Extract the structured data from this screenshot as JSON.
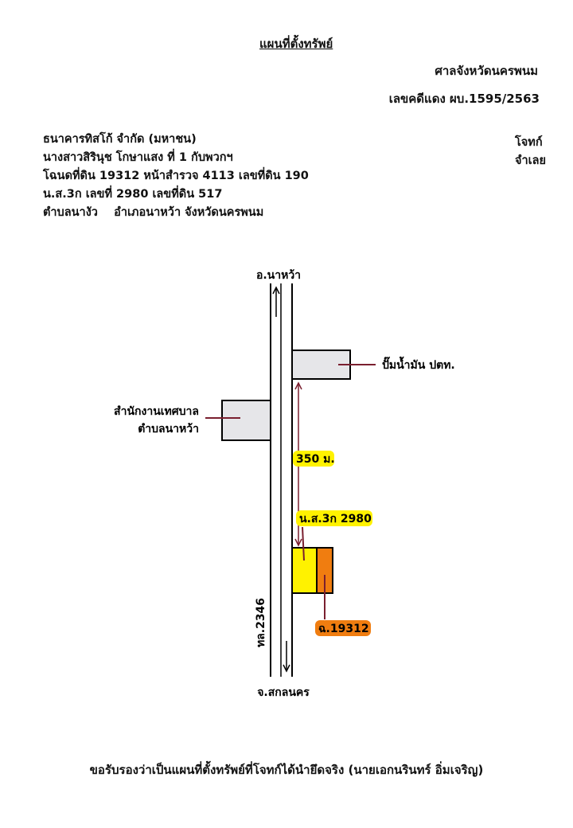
{
  "document": {
    "title": "แผนที่ตั้งทรัพย์",
    "court": "ศาลจังหวัดนครพนม",
    "case_number": "เลขคดีแดง ผบ.1595/2563",
    "parties": [
      "ธนาคารทิสโก้ จำกัด (มหาชน)",
      "นางสาวสิรินุช โกษาแสง ที่ 1 กับพวกฯ",
      "โฉนดที่ดิน 19312 หน้าสำรวจ 4113 เลขที่ดิน 190",
      "น.ส.3ก เลขที่ 2980 เลขที่ดิน 517",
      "ตำบลนางัว    อำเภอนาหว้า จังหวัดนครพนม"
    ],
    "roles": [
      "โจทก์",
      "จำเลย"
    ],
    "footer": "ขอรับรองว่าเป็นแผนที่ตั้งทรัพย์ที่โจทก์ได้นำยึดจริง (นายเอกนรินทร์ อิ่มเจริญ)"
  },
  "map": {
    "north_label": "อ.นาหว้า",
    "south_label": "จ.สกลนคร",
    "road_label": "ทล.2346",
    "gas_station_label": "ปั๊มน้ำมัน ปตท.",
    "municipal_office_label_line1": "สำนักงานเทศบาล",
    "municipal_office_label_line2": "ตำบลนาหว้า",
    "distance_label": "350 ม.",
    "plot_ns3k_label": "น.ส.3ก 2980",
    "plot_deed_label": "ฉ.19312",
    "colors": {
      "building_fill": "#e6e6e9",
      "ns3k_plot": "#fff200",
      "deed_plot": "#f07d10",
      "pointer": "#7a1f2f",
      "label_highlight_yellow": "#fff200",
      "label_highlight_orange": "#f07d10"
    }
  }
}
